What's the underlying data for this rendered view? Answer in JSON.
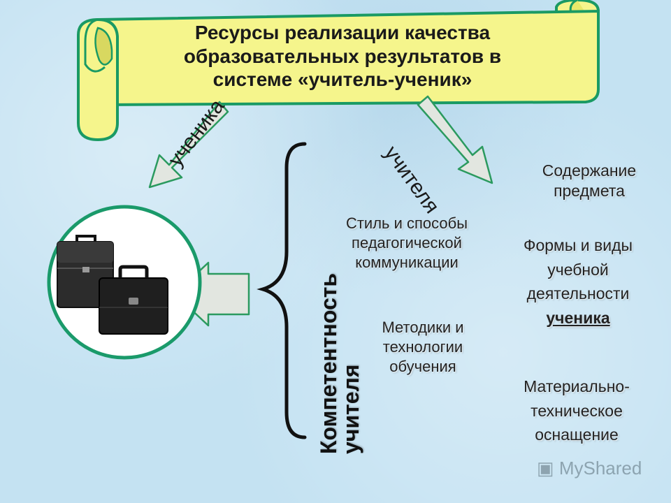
{
  "title": {
    "line1": "Ресурсы реализации качества",
    "line2": "образовательных  результатов в",
    "line3": "системе «учитель-ученик»"
  },
  "arrows": {
    "left_label": "ученика",
    "right_label": "учителя"
  },
  "competence": {
    "line1": "Компетентность",
    "line2": "учителя"
  },
  "middle_items": [
    {
      "lines": [
        "Стиль и способы",
        "педагогической",
        "коммуникации"
      ]
    },
    {
      "lines": [
        "Методики и",
        "технологии",
        "обучения"
      ]
    }
  ],
  "right_items": {
    "item1": {
      "line1": "Содержание",
      "line2": "предмета"
    },
    "item2": {
      "line1": "Формы и виды",
      "line2": "учебной",
      "line3": "деятельности",
      "line4": "ученика"
    },
    "item3": {
      "line1": "Материально-",
      "line2": "техническое",
      "line3": "оснащение"
    }
  },
  "watermark": "MyShared",
  "colors": {
    "scroll_fill": "#f5f58c",
    "scroll_stroke": "#1a9a64",
    "arrow_fill": "#e2e6e0",
    "arrow_stroke": "#2b9a5f",
    "circle_stroke": "#1a9a6a",
    "background": "#c4e2f2"
  },
  "icons": [
    "briefcase-image",
    "watermark-logo-icon"
  ]
}
